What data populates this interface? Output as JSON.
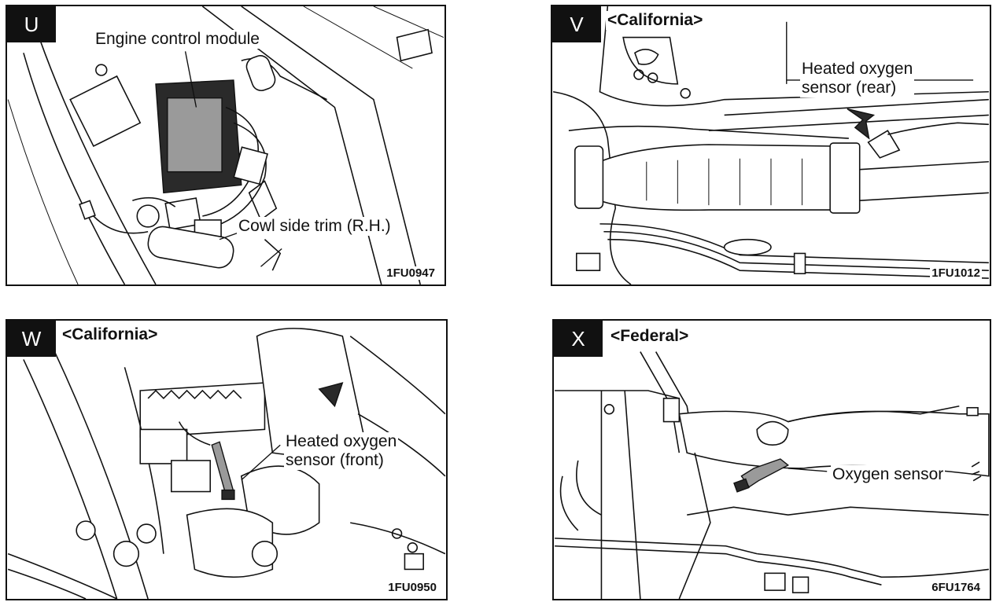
{
  "panels": [
    {
      "letter": "U",
      "region": "",
      "callouts": [
        "Engine control module",
        "Cowl side trim (R.H.)"
      ],
      "code": "1FU0947"
    },
    {
      "letter": "V",
      "region": "<California>",
      "callouts": [
        "Heated oxygen\nsensor (rear)"
      ],
      "code": "1FU1012"
    },
    {
      "letter": "W",
      "region": "<California>",
      "callouts": [
        "Heated oxygen\nsensor (front)"
      ],
      "code": "1FU0950"
    },
    {
      "letter": "X",
      "region": "<Federal>",
      "callouts": [
        "Oxygen sensor"
      ],
      "code": "6FU1764"
    }
  ]
}
